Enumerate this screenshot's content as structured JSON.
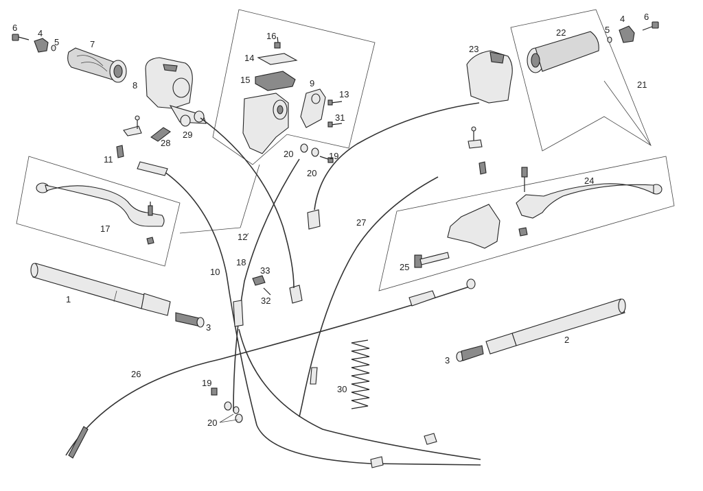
{
  "labels": {
    "p1": "1",
    "p2": "2",
    "p3a": "3",
    "p3b": "3",
    "p4a": "4",
    "p4b": "4",
    "p5a": "5",
    "p5b": "5",
    "p6a": "6",
    "p6b": "6",
    "p7": "7",
    "p8": "8",
    "p9": "9",
    "p10": "10",
    "p11": "11",
    "p12": "12",
    "p13": "13",
    "p14": "14",
    "p15": "15",
    "p16": "16",
    "p17": "17",
    "p18": "18",
    "p19a": "19",
    "p19b": "19",
    "p20a": "20",
    "p20b": "20",
    "p20c": "20",
    "p21": "21",
    "p22": "22",
    "p23": "23",
    "p24": "24",
    "p25": "25",
    "p26": "26",
    "p27": "27",
    "p28": "28",
    "p29": "29",
    "p30": "30",
    "p31": "31",
    "p32": "32",
    "p33": "33"
  }
}
